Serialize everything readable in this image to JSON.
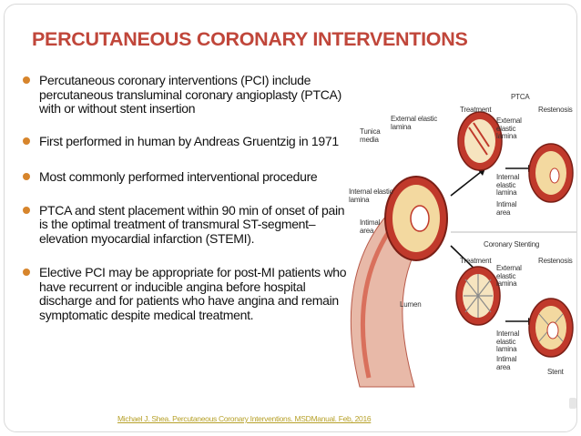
{
  "slide": {
    "title": "PERCUTANEOUS CORONARY INTERVENTIONS",
    "bullets": [
      "Percutaneous coronary interventions (PCI) include percutaneous transluminal coronary angioplasty (PTCA) with or without stent insertion",
      "First performed in human by Andreas Gruentzig in 1971",
      "Most commonly performed interventional procedure",
      "PTCA and stent placement within 90 min of onset of pain is the optimal treatment of transmural ST-segment–elevation myocardial infarction (STEMI).",
      "Elective PCI may be appropriate for post-MI patients who have recurrent or inducible angina before hospital discharge and for patients who have angina and remain symptomatic despite medical treatment."
    ],
    "citation": "Michael J. Shea. Percutaneous Coronary Interventions. MSDManual. Feb, 2016"
  },
  "figure": {
    "ptca_heading": "PTCA",
    "stenting_heading": "Coronary Stenting",
    "treatment_label": "Treatment",
    "restenosis_label": "Restenosis",
    "external_elastic_lamina": "External\nelastic\nlamina",
    "internal_elastic_lamina": "Internal\nelastic\nlamina",
    "intimal_area": "Intimal\narea",
    "tunica_media": "Tunica\nmedia",
    "external_elastic_lamina_main": "External elastic\nlamina",
    "internal_elastic_lamina_main": "Internal elastic\nlamina",
    "intimal_area_main": "Intimal\narea",
    "lumen": "Lumen",
    "stent": "Stent",
    "colors": {
      "vessel_outer": "#e8b9a8",
      "vessel_wall": "#c0392b",
      "plaque": "#f3d9a0",
      "arrow": "#111111"
    }
  }
}
